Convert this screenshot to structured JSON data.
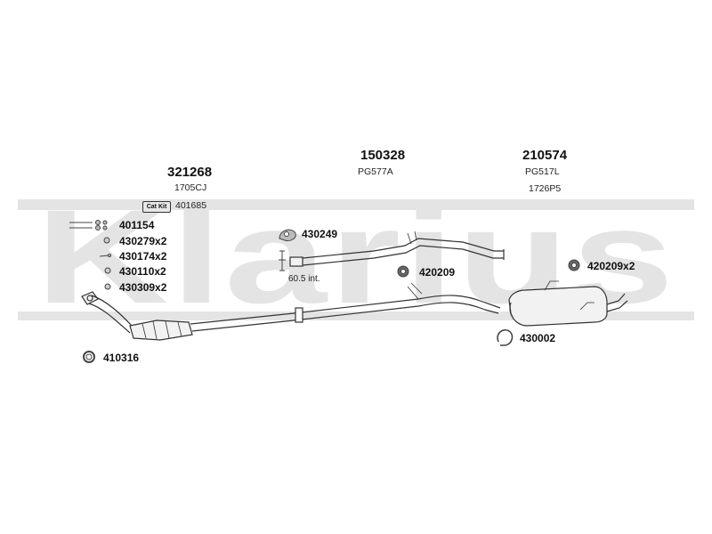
{
  "watermark": "Klarius",
  "groups": [
    {
      "part": "321268",
      "code": "1705CJ"
    },
    {
      "part": "150328",
      "code": "PG577A"
    },
    {
      "part": "210574",
      "code": "PG517L",
      "code2": "1726P5"
    }
  ],
  "cat_kit": {
    "badge": "Cat Kit",
    "part": "401685"
  },
  "fittings": [
    {
      "part": "401154"
    },
    {
      "part": "430279x2"
    },
    {
      "part": "430174x2"
    },
    {
      "part": "430110x2"
    },
    {
      "part": "430309x2"
    },
    {
      "part": "410316"
    },
    {
      "part": "430249"
    },
    {
      "part": "420209"
    },
    {
      "part": "420209x2"
    },
    {
      "part": "430002"
    }
  ],
  "pipe_note": "60.5 int.",
  "colors": {
    "watermark": "#e4e4e4",
    "line": "#333333",
    "fill": "#f2f2f2"
  }
}
